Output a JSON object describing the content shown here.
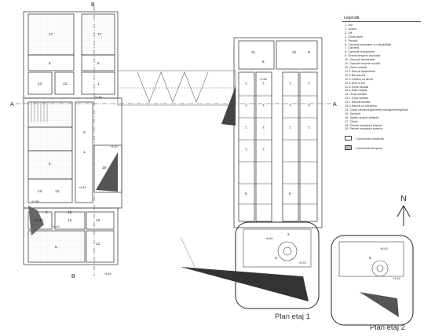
{
  "legend": {
    "title": "Legendă",
    "items": [
      "1. Hol",
      "2. Scară",
      "3. Lift",
      "4. Zonă bisier",
      "5. Terasă",
      "6. Cameră persoane cu dizabilități",
      "7. Cameră",
      "8. Cameră recepționer",
      "9. Ghenă lenjerie murdară",
      "10. Depozit întreținere",
      "11. Depozit lenjerie curată",
      "12. Zonă umedă",
      "12.1 Saună finlandeză",
      "12.2 Bio saună",
      "12.3 Cabine cu aburi",
      "12.4 Duș ct noi",
      "12.5 Zonă uscată",
      "12.6 Sală masaj",
      "13. Grup sanitar",
      "13.1 Grup sanitar",
      "13.2 Saună uscată",
      "13.3 Saună cu infraroșu",
      "14. Clasă dendrologie/meteorologie/energetică",
      "15. Depozit",
      "16. Spațiu suport didactic",
      "17. Clasă",
      "18. Perete escalada interior",
      "19. Perete escalada exterior"
    ],
    "key_existing": "Construcții existente",
    "key_proposed": "Construcții propuse"
  },
  "captions": {
    "plan1": "Plan etaj 1",
    "plan2": "Plan etaj 2",
    "north": "N"
  },
  "section_markers": {
    "a_left": "A",
    "a_right": "A",
    "b_top": "B",
    "b_bottom": "B"
  },
  "room_labels": [
    "17.",
    "5.",
    "17.",
    "5.",
    "13.",
    "13.",
    "1.",
    "13.",
    "13.",
    "5.",
    "19.",
    "1.",
    "3.",
    "13.",
    "13.",
    "13.",
    "15.",
    "3.",
    "12.",
    "12.",
    "5.",
    "11.",
    "10.",
    "9.",
    "7.",
    "7.",
    "7.",
    "7.",
    "7.",
    "7.",
    "7.",
    "7.",
    "7.",
    "7.",
    "7.",
    "7.",
    "7.",
    "7.",
    "6.",
    "6.",
    "2.",
    "5.",
    "5.",
    "5."
  ],
  "level_labels": [
    "+4.40",
    "+4.40",
    "+4.40",
    "+4.40",
    "+2.55",
    "+1.98",
    "+6.40",
    "+6.78",
    "+8.40",
    "+9.16",
    "+4.40"
  ]
}
